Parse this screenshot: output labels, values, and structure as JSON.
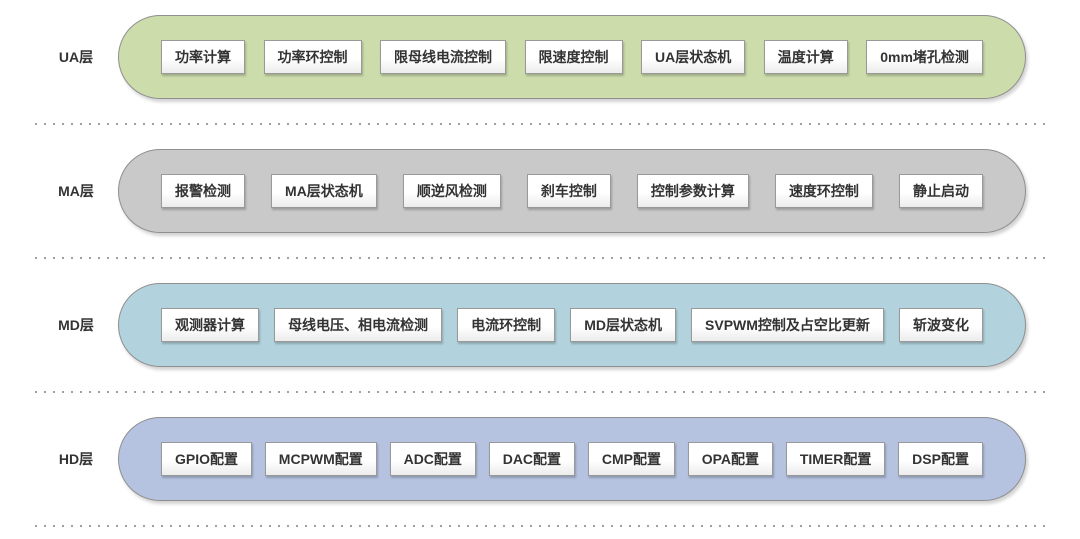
{
  "diagram": {
    "background_color": "#ffffff",
    "separator_color": "#a0a0a0",
    "module_box": {
      "fill_top": "#ffffff",
      "fill_bottom": "#ececec",
      "border_color": "#999999",
      "text_color": "#333333"
    },
    "layers": [
      {
        "label": "UA层",
        "fill": "#ccdcab",
        "border_color": "#8f8f8f",
        "modules": [
          "功率计算",
          "功率环控制",
          "限母线电流控制",
          "限速度控制",
          "UA层状态机",
          "温度计算",
          "0mm堵孔检测"
        ]
      },
      {
        "label": "MA层",
        "fill": "#c9c9c9",
        "border_color": "#8f8f8f",
        "modules": [
          "报警检测",
          "MA层状态机",
          "顺逆风检测",
          "刹车控制",
          "控制参数计算",
          "速度环控制",
          "静止启动"
        ]
      },
      {
        "label": "MD层",
        "fill": "#b2d3dd",
        "border_color": "#8f8f8f",
        "modules": [
          "观测器计算",
          "母线电压、相电流检测",
          "电流环控制",
          "MD层状态机",
          "SVPWM控制及占空比更新",
          "斩波变化"
        ]
      },
      {
        "label": "HD层",
        "fill": "#b5c3e1",
        "border_color": "#8f8f8f",
        "modules": [
          "GPIO配置",
          "MCPWM配置",
          "ADC配置",
          "DAC配置",
          "CMP配置",
          "OPA配置",
          "TIMER配置",
          "DSP配置"
        ]
      }
    ]
  }
}
